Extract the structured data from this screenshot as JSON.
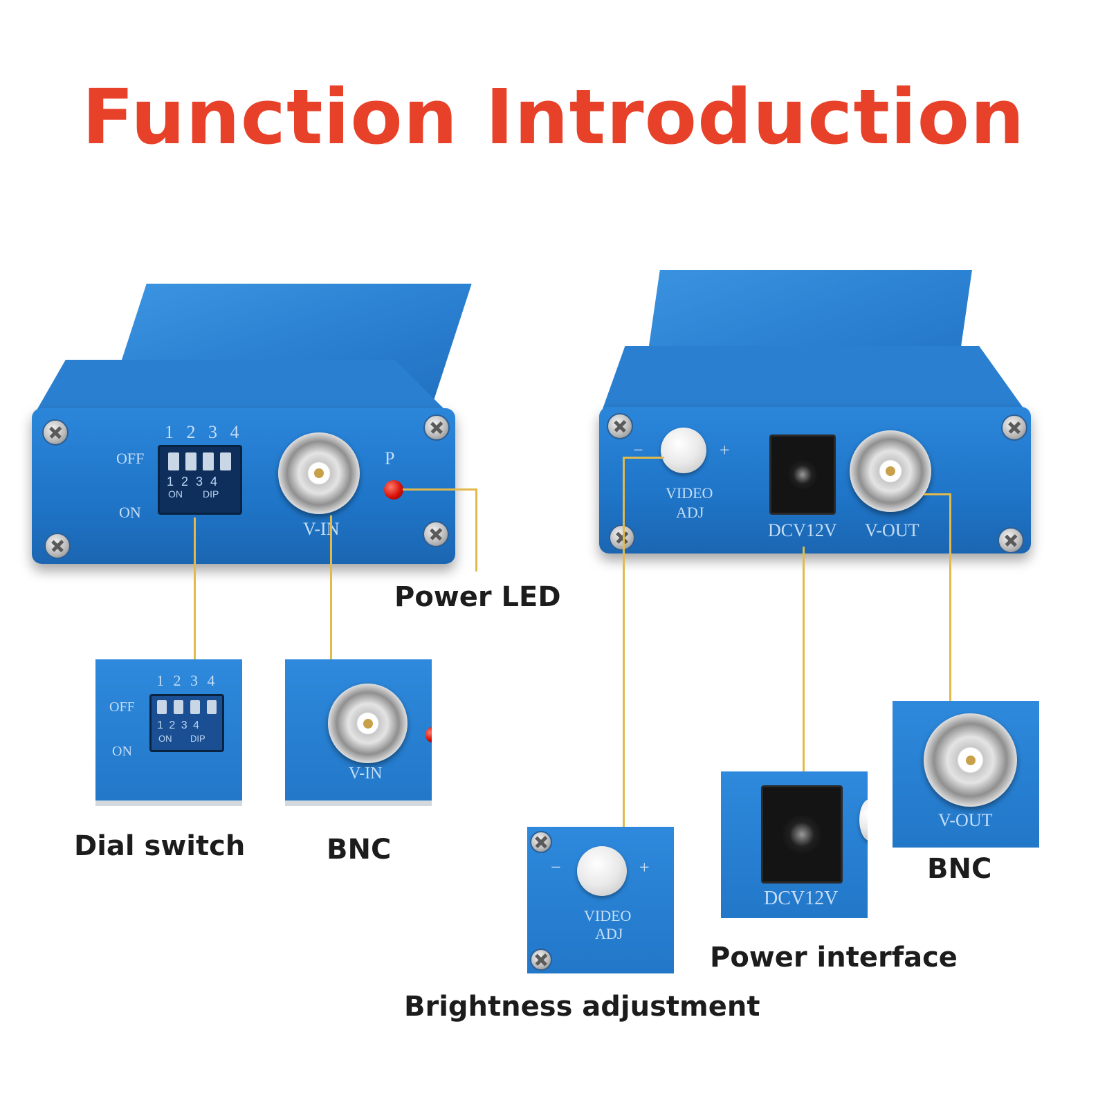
{
  "title": "Function Introduction",
  "colors": {
    "title": "#e8412a",
    "device_blue": "#2277c8",
    "leader": "#e2b94a",
    "label": "#1c1c1c"
  },
  "left_device": {
    "dip_numbers": "1 2 3 4",
    "dip_inner_numbers": "1 2 3 4",
    "dip_on_text": "ON",
    "dip_dip_text": "DIP",
    "off_label": "OFF",
    "on_label": "ON",
    "p_label": "P",
    "port_label": "V-IN"
  },
  "right_device": {
    "minus": "−",
    "plus": "+",
    "video_adj_line1": "VIDEO",
    "video_adj_line2": "ADJ",
    "dc_label": "DCV12V",
    "port_label": "V-OUT"
  },
  "callouts": {
    "power_led": "Power LED",
    "dial_switch": "Dial switch",
    "bnc_left": "BNC",
    "bnc_right": "BNC",
    "power_interface": "Power interface",
    "brightness": "Brightness adjustment"
  },
  "thumbs": {
    "dip_numbers": "1 2 3 4",
    "dip_inner_numbers": "1 2 3 4",
    "dip_on_text": "ON",
    "dip_dip_text": "DIP",
    "off_label": "OFF",
    "on_label": "ON",
    "vin_label": "V-IN",
    "vout_label": "V-OUT",
    "dc_label": "DCV12V",
    "minus": "−",
    "plus": "+",
    "video_adj_line1": "VIDEO",
    "video_adj_line2": "ADJ"
  }
}
